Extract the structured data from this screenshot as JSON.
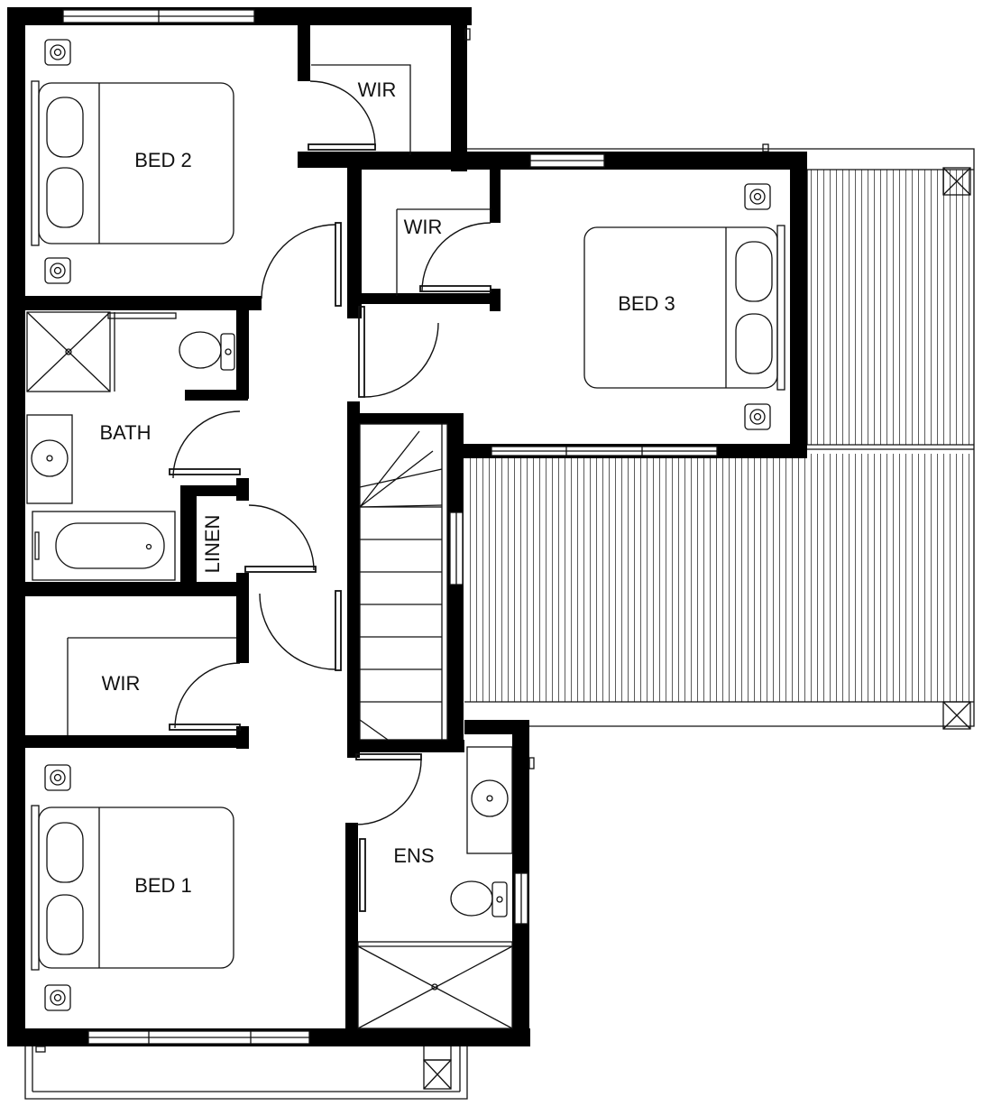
{
  "rooms": {
    "bed2": "BED 2",
    "wir_top": "WIR",
    "wir_bed3": "WIR",
    "bed3": "BED 3",
    "bath": "BATH",
    "linen": "LINEN",
    "wir_bed1": "WIR",
    "bed1": "BED 1",
    "ens": "ENS"
  }
}
